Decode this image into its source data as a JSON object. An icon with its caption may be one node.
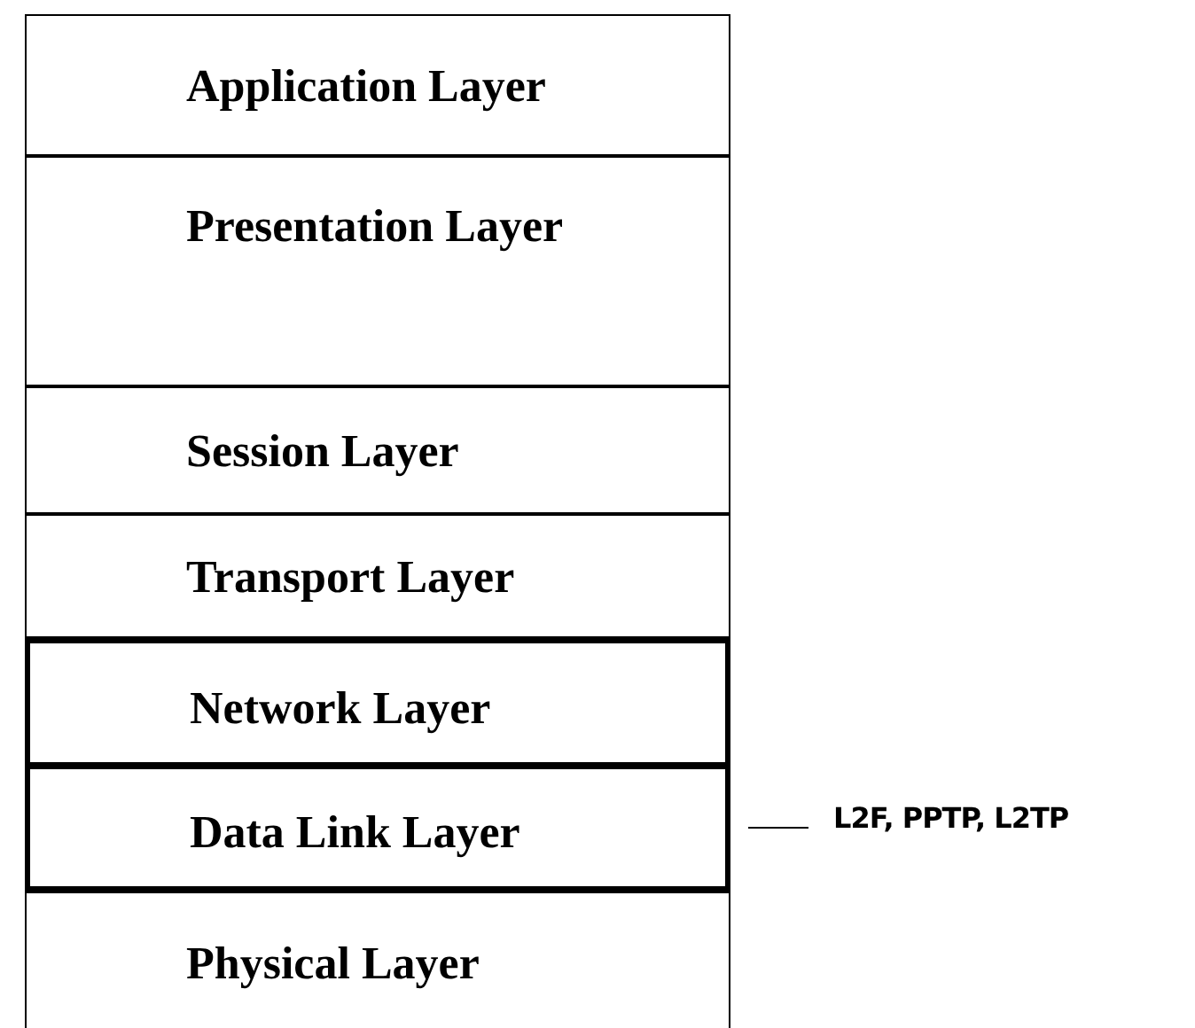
{
  "diagram": {
    "nodes": [
      {
        "text": [
          "Application Layer"
        ]
      },
      {
        "text": [
          "Presentation Layer"
        ]
      },
      {
        "text": [
          "Session Layer"
        ]
      },
      {
        "text": [
          "Transport Layer"
        ]
      },
      {
        "text": [
          "Network Layer"
        ]
      },
      {
        "text": [
          "Data Link Layer"
        ]
      },
      {
        "text": [
          "Physical Layer"
        ]
      },
      {
        "text": [
          "L2F, PPTP, L2TP"
        ]
      }
    ],
    "edges": [
      {
        "from": 7,
        "to": 5,
        "arrow": "none"
      }
    ]
  }
}
